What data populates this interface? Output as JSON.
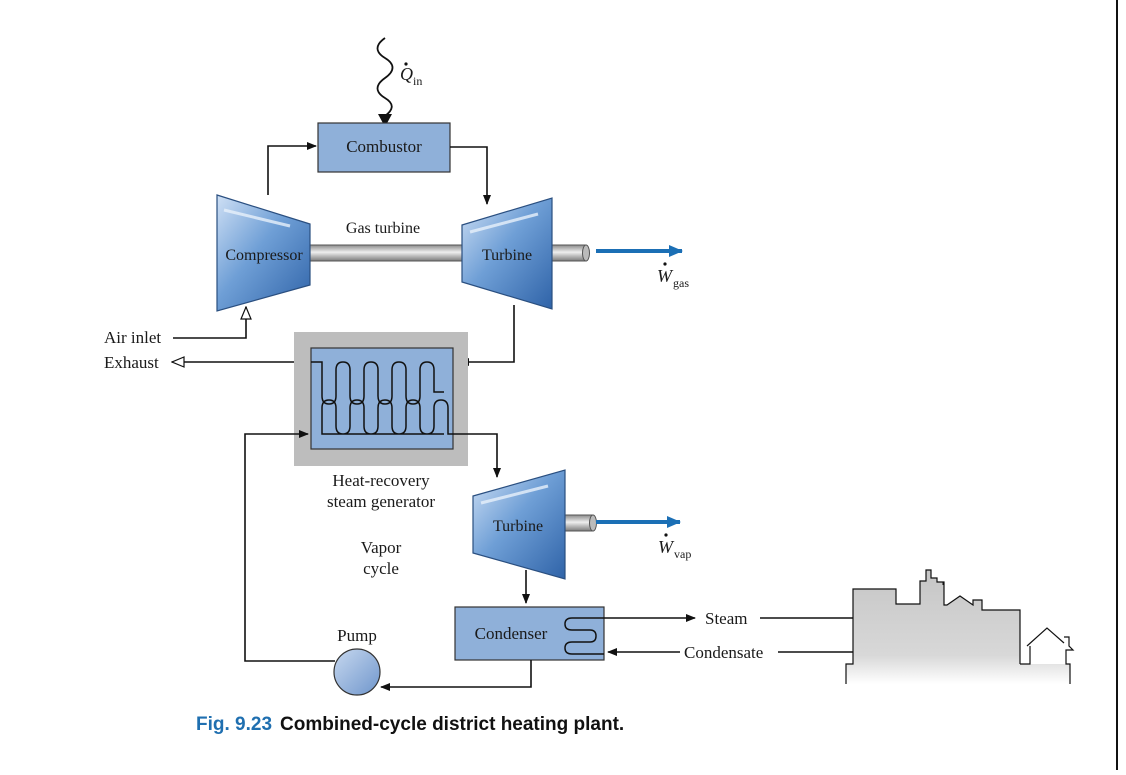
{
  "diagram": {
    "heat_input_label": "Q",
    "heat_input_sub": "in",
    "combustor": "Combustor",
    "compressor": "Compressor",
    "gas_turbine_label": "Gas turbine",
    "turbine_gas": "Turbine",
    "work_gas_label": "W",
    "work_gas_sub": "gas",
    "air_inlet": "Air inlet",
    "exhaust": "Exhaust",
    "hrsg_line1": "Heat-recovery",
    "hrsg_line2": "steam generator",
    "turbine_vapor": "Turbine",
    "work_vap_label": "W",
    "work_vap_sub": "vap",
    "vapor_cycle_line1": "Vapor",
    "vapor_cycle_line2": "cycle",
    "condenser": "Condenser",
    "pump": "Pump",
    "steam": "Steam",
    "condensate": "Condensate"
  },
  "caption": {
    "figure_number": "Fig. 9.23",
    "text": "Combined-cycle district heating plant."
  },
  "colors": {
    "component_blue": "#8fb0d9",
    "work_arrow_blue": "#1b6fb5",
    "hrsg_gray": "#bdbdbd",
    "buildings_gray": "#c9c9c9",
    "caption_blue": "#1f6fb0"
  }
}
